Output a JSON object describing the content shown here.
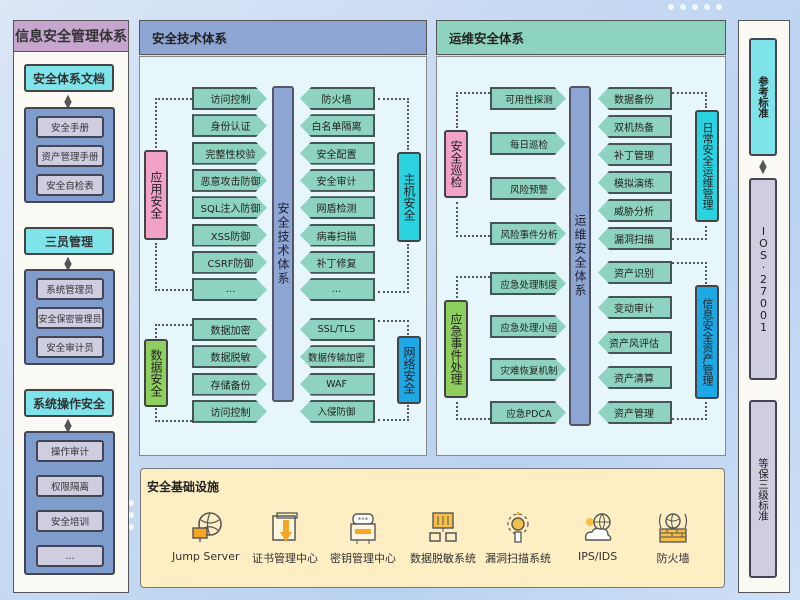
{
  "management": {
    "title": "信息安全管理体系",
    "sections": [
      {
        "header": "安全体系文档",
        "items": [
          "安全手册",
          "资产管理手册",
          "安全自检表"
        ]
      },
      {
        "header": "三员管理",
        "items": [
          "系统管理员",
          "安全保密管理员",
          "安全审计员"
        ]
      },
      {
        "header": "系统操作安全",
        "items": [
          "操作审计",
          "权限隔离",
          "安全培训",
          "..."
        ]
      }
    ]
  },
  "technical": {
    "title": "安全技术体系",
    "center_label": "安全技术体系",
    "app_security": {
      "label": "应用安全",
      "items": [
        "访问控制",
        "身份认证",
        "完整性校验",
        "恶意攻击防御",
        "SQL注入防御",
        "XSS防御",
        "CSRF防御",
        "..."
      ]
    },
    "host_security": {
      "label": "主机安全",
      "items": [
        "防火墙",
        "白名单隔离",
        "安全配置",
        "安全审计",
        "网盾检测",
        "病毒扫描",
        "补丁修复",
        "..."
      ]
    },
    "data_security": {
      "label": "数据安全",
      "items": [
        "数据加密",
        "数据脱敏",
        "存储备份",
        "访问控制"
      ]
    },
    "network_security": {
      "label": "网络安全",
      "items": [
        "SSL/TLS",
        "数据传输加密",
        "WAF",
        "入侵防御"
      ]
    }
  },
  "operations": {
    "title": "运维安全体系",
    "center_label": "运维安全体系",
    "patrol": {
      "label": "安全巡检",
      "items": [
        "可用性探测",
        "每日巡检",
        "风险预警",
        "风险事件分析"
      ]
    },
    "emergency": {
      "label": "应急事件处理",
      "items": [
        "应急处理制度",
        "应急处理小组",
        "灾难恢复机制",
        "应急PDCA"
      ]
    },
    "daily_ops": {
      "label": "日常安全运维管理",
      "items": [
        "数据备份",
        "双机热备",
        "补丁管理",
        "模拟演练",
        "威胁分析",
        "漏洞扫描"
      ]
    },
    "asset_mgmt": {
      "label": "信息安全资产管理",
      "items": [
        "资产识别",
        "变动审计",
        "资产风评估",
        "资产清算",
        "资产管理"
      ]
    }
  },
  "standards": {
    "header": "参考标准",
    "items": [
      "IOS·27001",
      "等保三级标准"
    ]
  },
  "infrastructure": {
    "title": "安全基础设施",
    "tools": [
      {
        "label": "Jump Server",
        "icon": "jump-server-icon"
      },
      {
        "label": "证书管理中心",
        "icon": "certificate-icon"
      },
      {
        "label": "密钥管理中心",
        "icon": "key-management-icon"
      },
      {
        "label": "数据脱敏系统",
        "icon": "data-masking-icon"
      },
      {
        "label": "漏洞扫描系统",
        "icon": "vulnerability-scan-icon"
      },
      {
        "label": "IPS/IDS",
        "icon": "ips-ids-icon"
      },
      {
        "label": "防火墙",
        "icon": "firewall-icon"
      }
    ]
  },
  "colors": {
    "management_header": "#c6a6cf",
    "tech_header": "#8ea6d4",
    "ops_header": "#8ed3bf",
    "item_fill": "#8ed3bf",
    "cyan": "#7fe3ea",
    "pink": "#f1a2c6",
    "green": "#8fcf5f",
    "blue": "#1fa8e6",
    "infra_bg": "#fdeec4"
  }
}
